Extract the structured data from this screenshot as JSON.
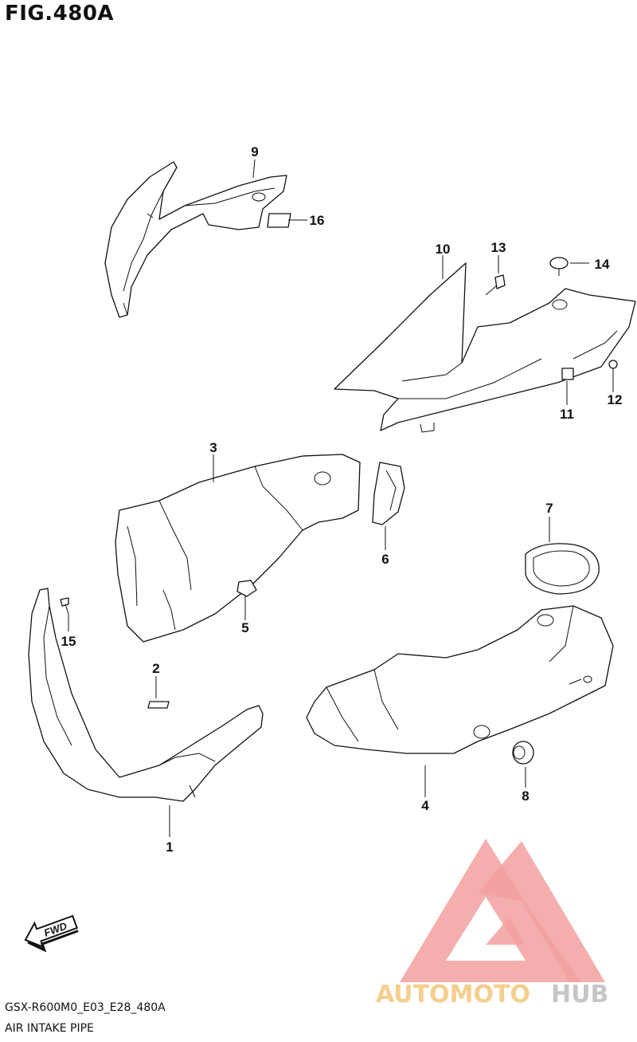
{
  "figure": {
    "title": "FIG.480A",
    "code": "GSX-R600M0_E03_E28_480A",
    "description": "AIR INTAKE PIPE"
  },
  "callouts": {
    "c1": "1",
    "c2": "2",
    "c3": "3",
    "c4": "4",
    "c5": "5",
    "c6": "6",
    "c7": "7",
    "c8": "8",
    "c9": "9",
    "c10": "10",
    "c11": "11",
    "c12": "12",
    "c13": "13",
    "c14": "14",
    "c15": "15",
    "c16": "16"
  },
  "fwd_label": "FWD",
  "watermark": {
    "part1": "AUTOMOTO",
    "part2": "HUB",
    "color_primary": "#f2a0a0",
    "color_text": "#f5cf8e",
    "color_hub": "#c6c6c6"
  }
}
